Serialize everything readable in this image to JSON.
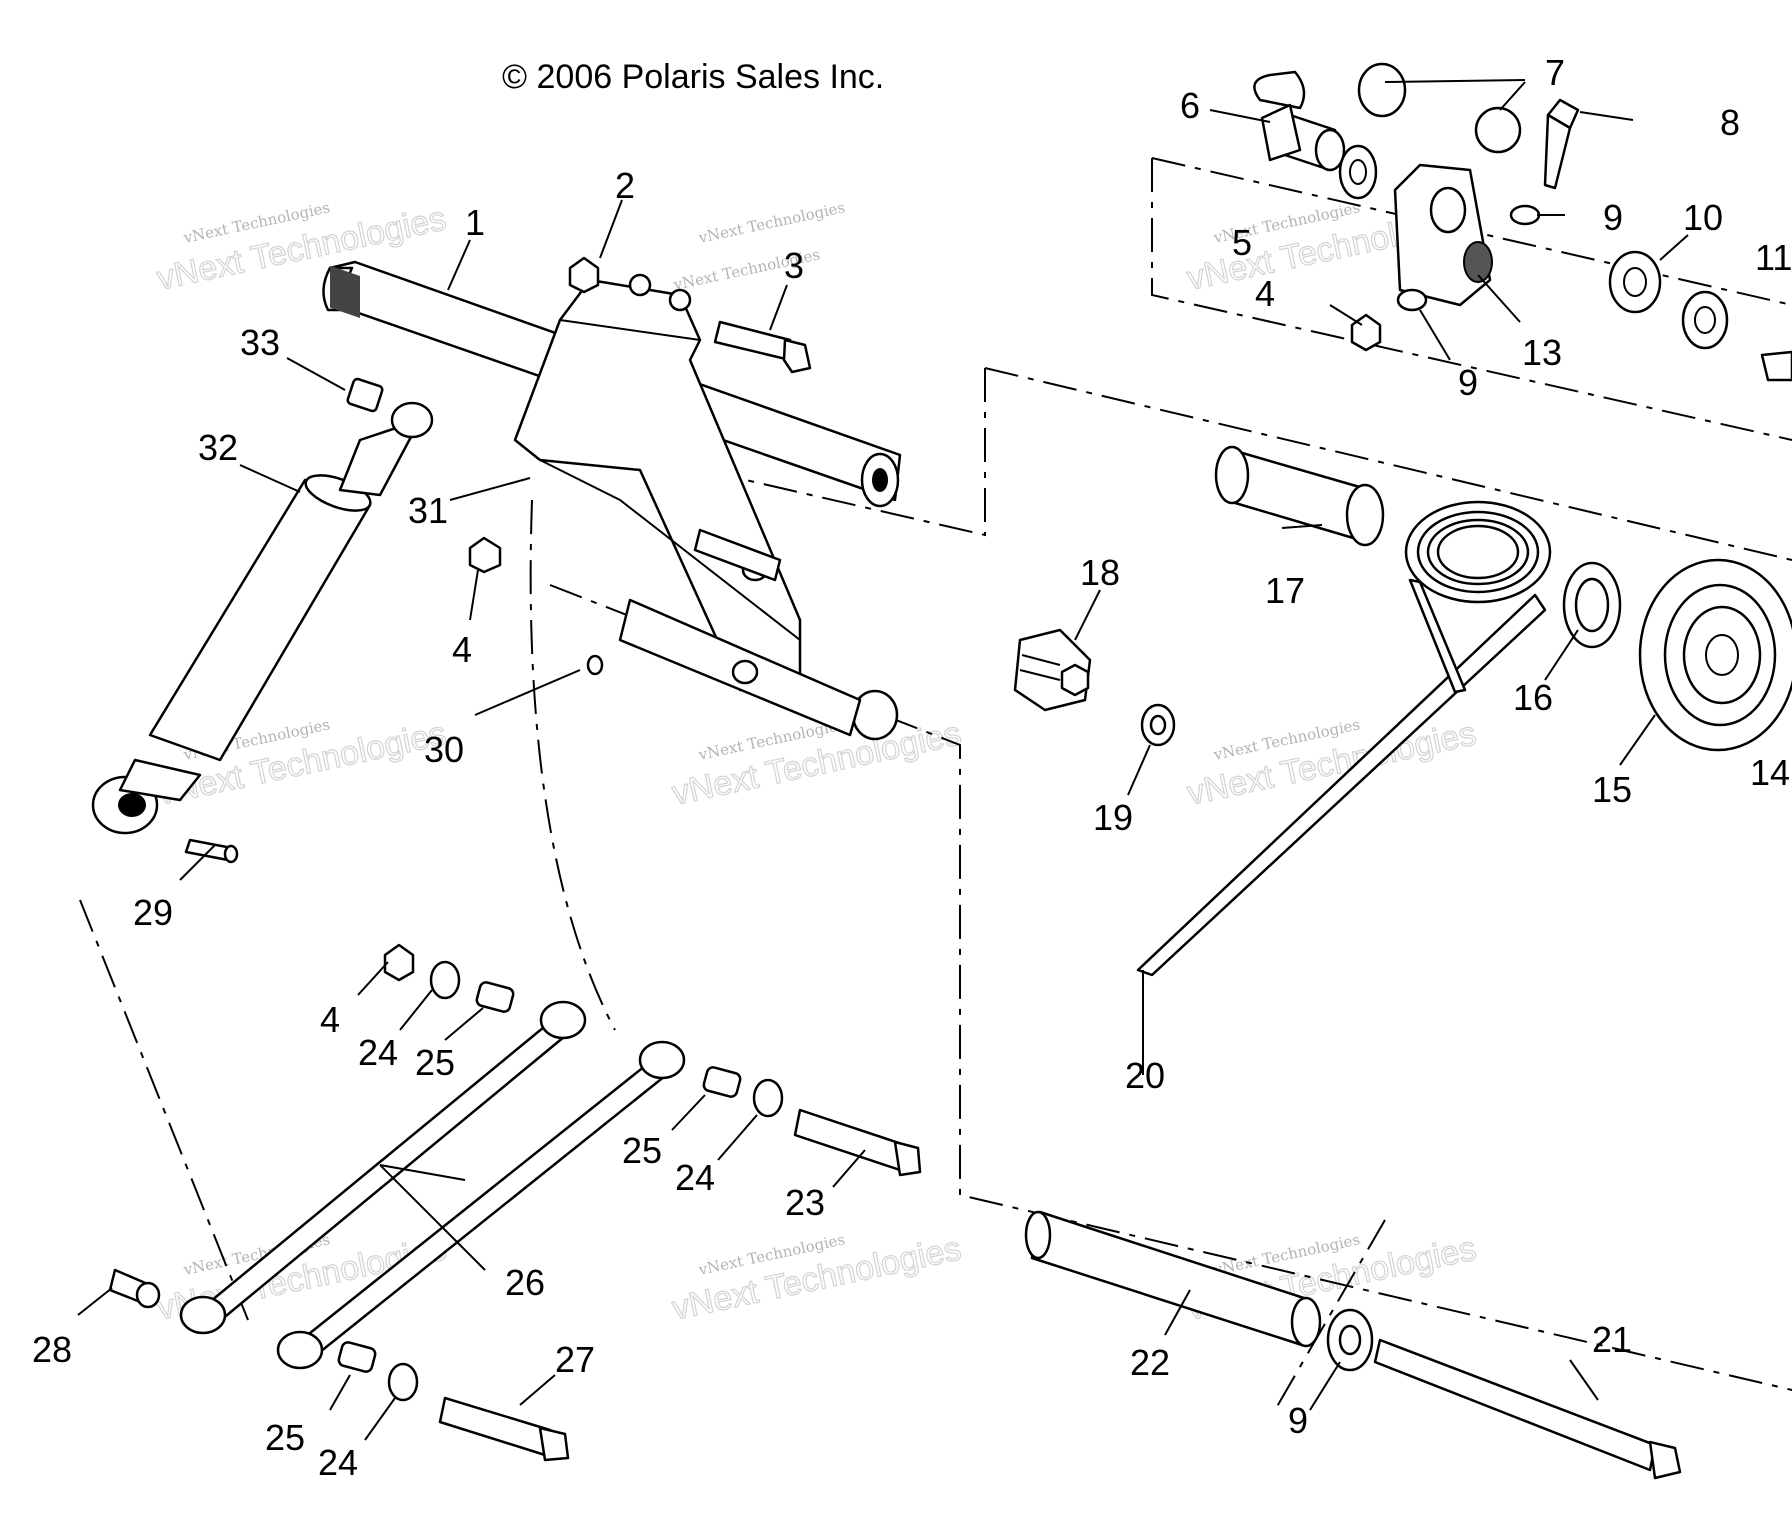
{
  "copyright": "© 2006 Polaris Sales Inc.",
  "watermark": {
    "line1": "vNext Technologies",
    "line2": "vNext Technologies"
  },
  "callouts": {
    "c1": "1",
    "c2": "2",
    "c3": "3",
    "c4a": "4",
    "c4b": "4",
    "c4c": "4",
    "c5": "5",
    "c6": "6",
    "c7": "7",
    "c8": "8",
    "c9a": "9",
    "c9b": "9",
    "c9c": "9",
    "c10": "10",
    "c11": "11",
    "c13": "13",
    "c14": "14",
    "c15": "15",
    "c16": "16",
    "c17": "17",
    "c18": "18",
    "c19": "19",
    "c20": "20",
    "c21": "21",
    "c22": "22",
    "c23": "23",
    "c24a": "24",
    "c24b": "24",
    "c24c": "24",
    "c25a": "25",
    "c25b": "25",
    "c25c": "25",
    "c26": "26",
    "c27": "27",
    "c28": "28",
    "c29": "29",
    "c30": "30",
    "c31": "31",
    "c32": "32",
    "c33": "33"
  }
}
